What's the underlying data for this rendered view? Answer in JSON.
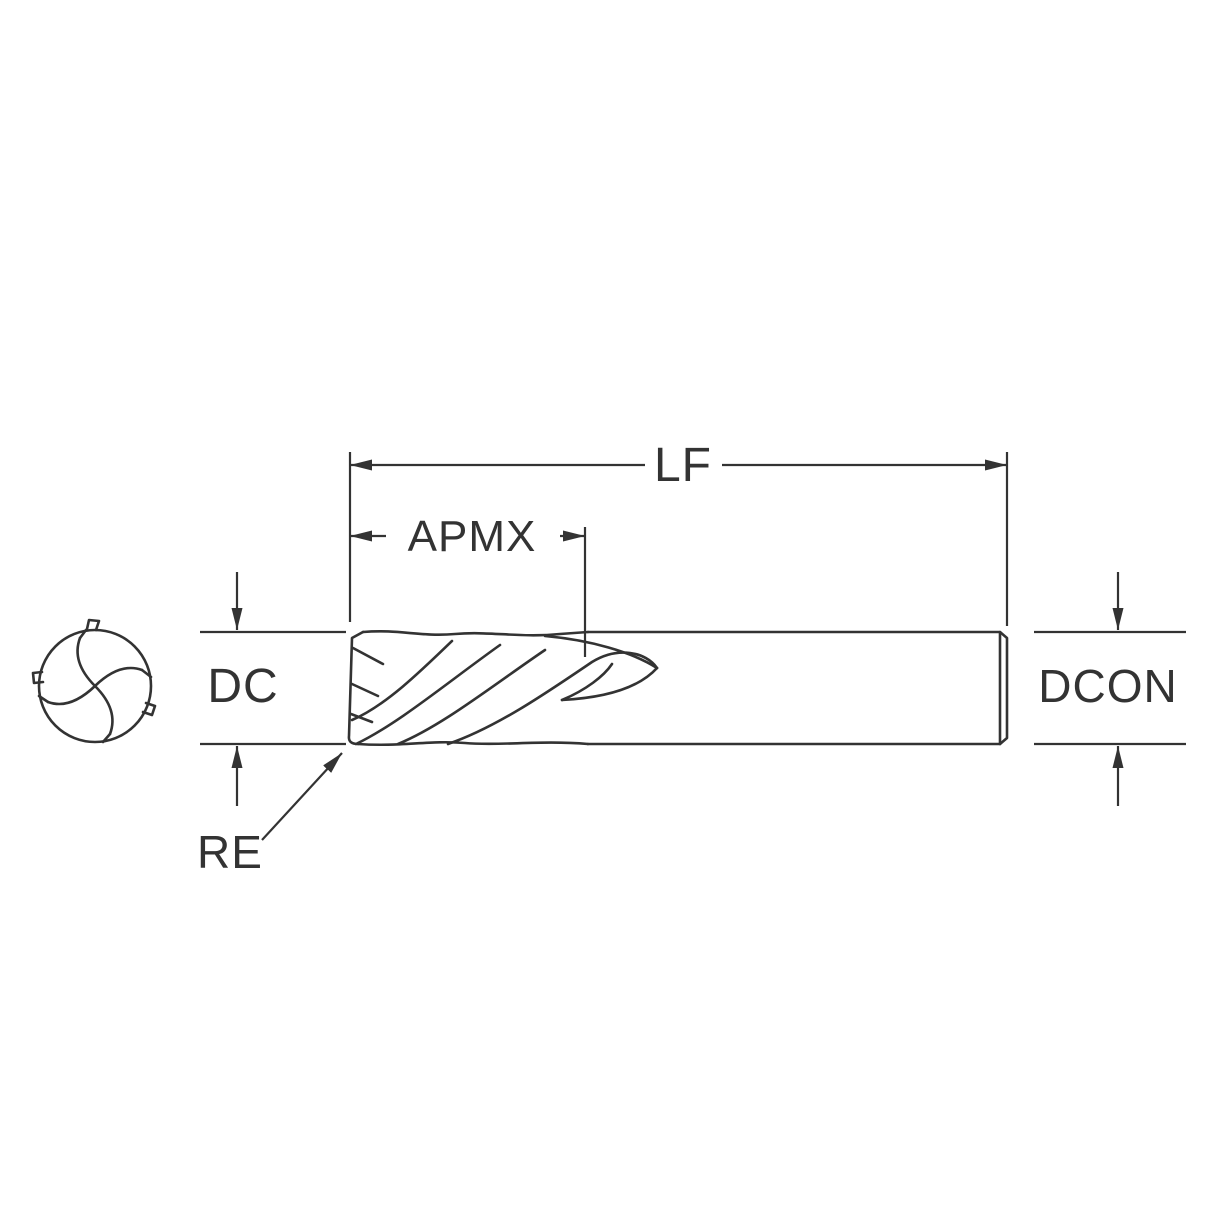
{
  "page": {
    "background": "#ffffff",
    "line_color": "#333333"
  },
  "diagram": {
    "type": "end-mill-technical-drawing",
    "labels": {
      "lf": "LF",
      "apmx": "APMX",
      "dc": "DC",
      "dcon": "DCON",
      "re": "RE"
    }
  }
}
